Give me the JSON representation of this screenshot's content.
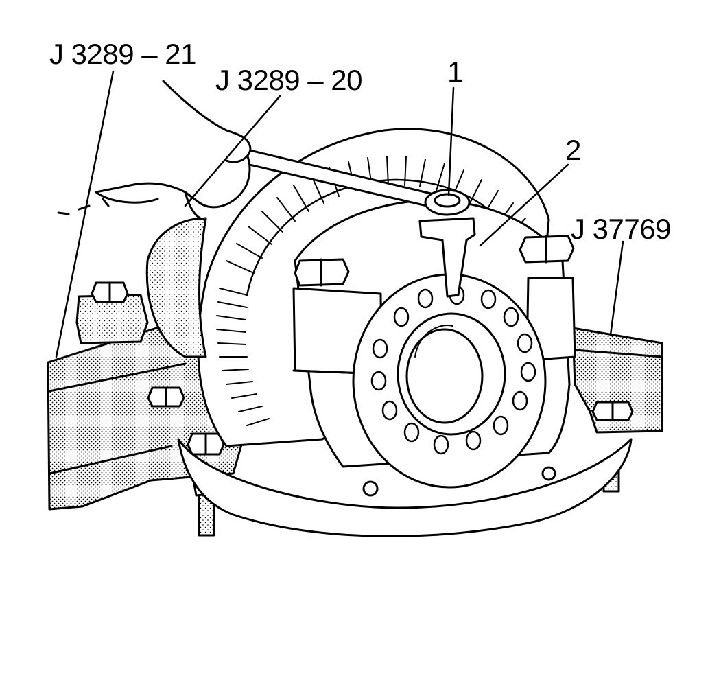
{
  "diagram": {
    "callouts": {
      "j3289_21": "J 3289 – 21",
      "j3289_20": "J 3289 – 20",
      "item_1": "1",
      "item_2": "2",
      "j37769": "J 37769"
    }
  },
  "colors": {
    "ink": "#000000",
    "paper": "#ffffff",
    "stipple": "#cfcfcf"
  }
}
